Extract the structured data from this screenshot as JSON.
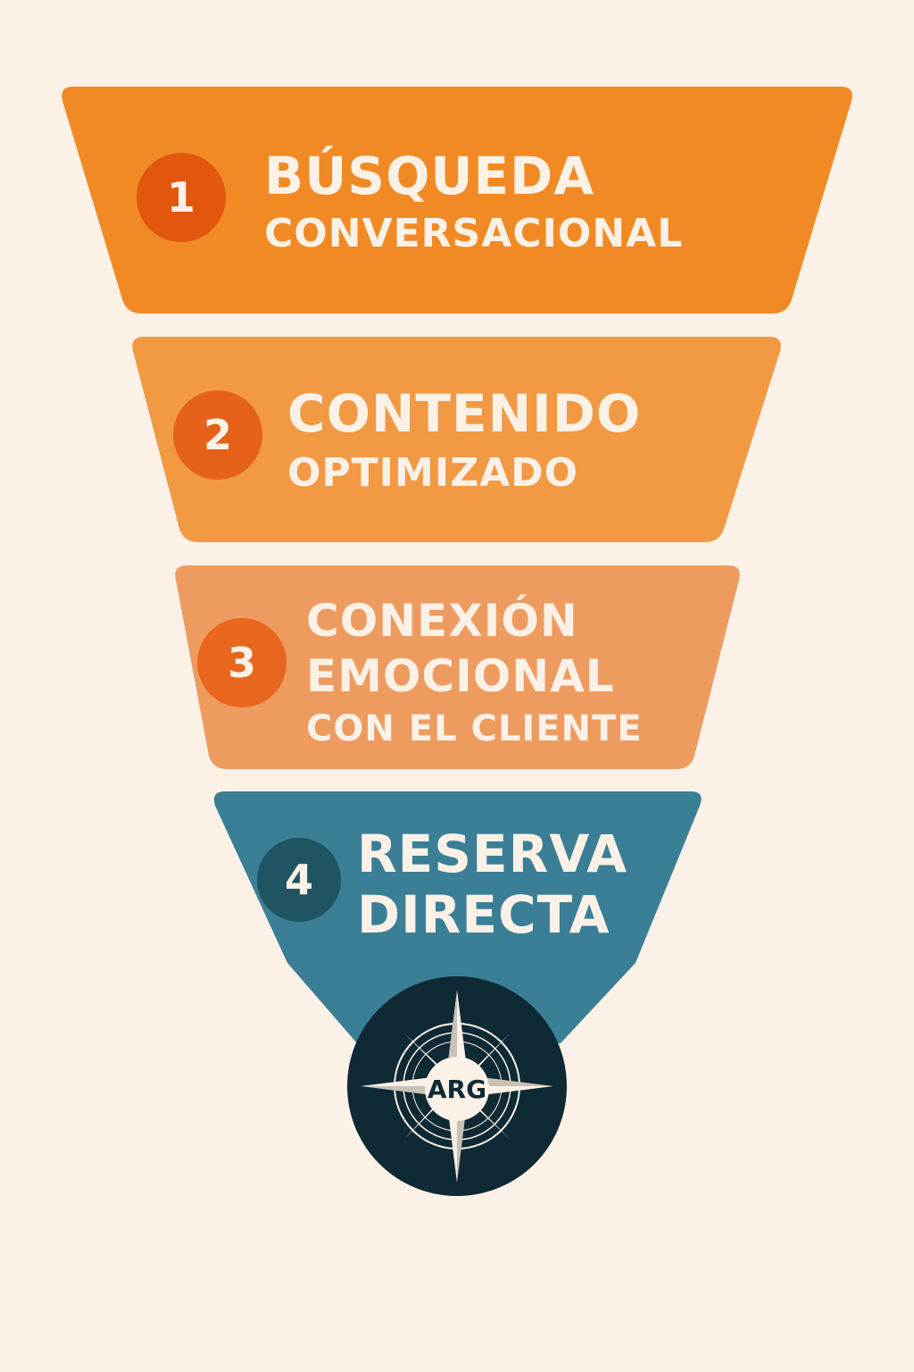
{
  "steps": [
    {
      "number": "1",
      "lines": [
        "BÚSQUEDA",
        "CONVERSACIONAL"
      ],
      "color": "#f18a24",
      "badge_color": "#e2570d"
    },
    {
      "number": "2",
      "lines": [
        "CONTENIDO",
        "OPTIMIZADO"
      ],
      "color": "#f29944",
      "badge_color": "#e6621a"
    },
    {
      "number": "3",
      "lines": [
        "CONEXIÓN",
        "EMOCIONAL",
        "CON EL CLIENTE"
      ],
      "color": "#ee9b60",
      "badge_color": "#e8661e"
    },
    {
      "number": "4",
      "lines": [
        "RESERVA",
        "DIRECTA"
      ],
      "color": "#3b7f97",
      "badge_color": "#1f5563"
    }
  ],
  "logo": {
    "text": "ARG",
    "color": "#0f2a35"
  }
}
